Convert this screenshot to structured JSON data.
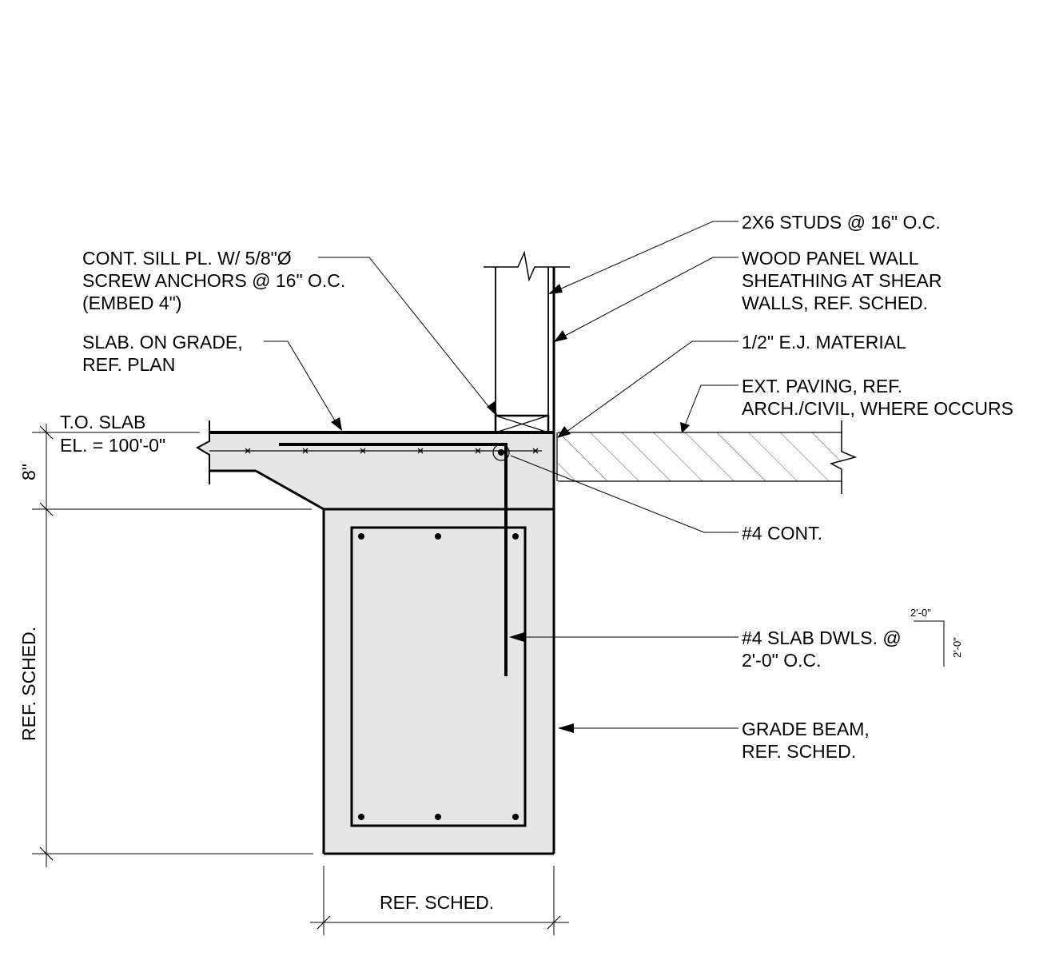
{
  "labels": {
    "studs": "2X6 STUDS @ 16\" O.C.",
    "sheathing": [
      "WOOD PANEL WALL",
      "SHEATHING AT SHEAR",
      "WALLS, REF. SCHED."
    ],
    "sill": [
      "CONT. SILL PL. W/ 5/8\"Ø",
      "SCREW ANCHORS @ 16\" O.C.",
      "(EMBED 4\")"
    ],
    "slab": [
      "SLAB. ON GRADE,",
      "REF. PLAN"
    ],
    "ej": "1/2\" E.J. MATERIAL",
    "paving": [
      "EXT. PAVING, REF.",
      "ARCH./CIVIL, WHERE OCCURS"
    ],
    "to_slab": "T.O. SLAB",
    "elevation": "EL. = 100'-0\"",
    "slab_thickness": "8\"",
    "cont_bar": "#4 CONT.",
    "dowels": [
      "#4 SLAB DWLS. @",
      "2'-0\" O.C."
    ],
    "dowel_leg_h": "2'-0\"",
    "dowel_leg_v": "2'-0\"",
    "grade_beam": [
      "GRADE BEAM,",
      "REF. SCHED."
    ],
    "beam_depth": "REF. SCHED.",
    "beam_width": "REF. SCHED."
  },
  "colors": {
    "concrete": "#e6e6e6",
    "line": "#000000"
  }
}
